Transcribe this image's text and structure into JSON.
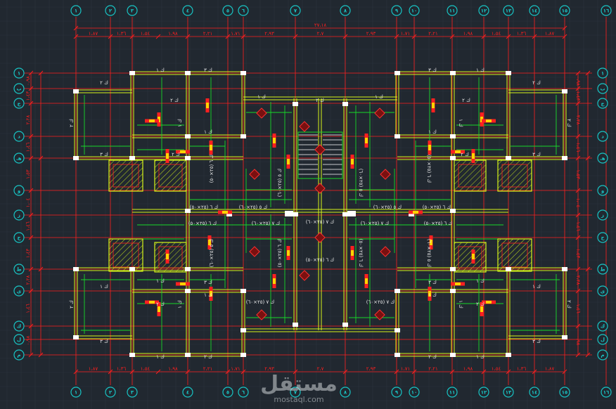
{
  "grid_columns": [
    "١",
    "٢",
    "٣",
    "٤",
    "٥",
    "٦",
    "٧",
    "٨",
    "٩",
    "١٠",
    "١١",
    "١٢",
    "١٣",
    "١٤",
    "١٥",
    "١٦"
  ],
  "grid_rows": [
    "١",
    "ب",
    "ج",
    "د",
    "هـ",
    "و",
    "ز",
    "ح",
    "ط",
    "ي",
    "ك",
    "ل",
    "م"
  ],
  "overall_dimension": "٢٧،١٨",
  "top_dimensions": [
    "١،٨٧",
    "١،٣٦",
    "١،٥٤",
    "١،٩٨",
    "٢،٢١",
    "١،٧١",
    "٢،٩٣",
    "٢،٧",
    "٢،٩٣",
    "١،٧١",
    "٢،٢١",
    "١،٩٨",
    "١،٥٤",
    "١،٣٦",
    "١،٨٧"
  ],
  "side_dimensions": [
    "٠،٩٨",
    "١،٤٣",
    "٢،٢٨",
    "١،٤٦",
    "١،٥٣",
    "١،٠٤",
    "١،٤٦",
    "١،٤٣",
    "٢،٢٨",
    "١،٤٦",
    "٠،٩٨"
  ],
  "beam_labels": [
    "ك ٢",
    "ك ١",
    "ك ٣",
    "(٢٥×٧٠) ك ٤",
    "(٢٥×٦٠) ك ٥",
    "(٢٥×٥٠) ك ٦",
    "(٢٥×٦٠) ك ٧"
  ],
  "watermark": {
    "arabic": "مستقل",
    "latin": "mostaql.com"
  },
  "colors": {
    "background": "#212830",
    "grid_line": "#ff1e1e",
    "axis_bubble": "#18c4c4",
    "beam_outline": "#d6f51a",
    "beam_inner": "#18d828",
    "column_fill": "#ffffff",
    "hatch": "#d6f51a",
    "tag_red": "#ff2020",
    "tag_yellow": "#ffd400",
    "label_text": "#e8e8e8"
  }
}
